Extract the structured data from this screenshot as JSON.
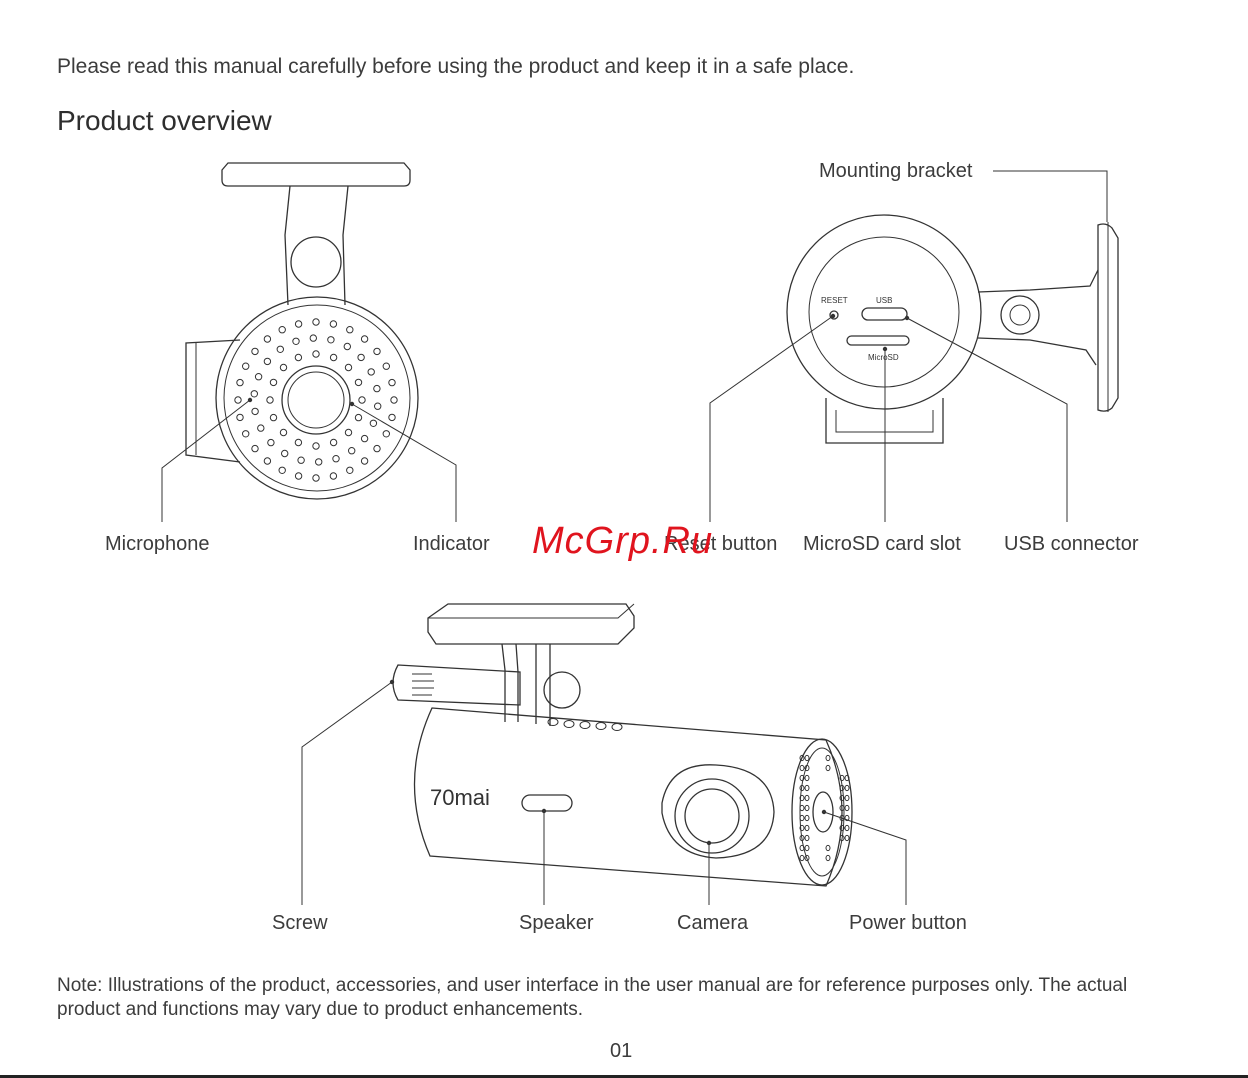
{
  "intro_text": "Please read this manual carefully before using the product and keep it in a safe place.",
  "section_title": "Product overview",
  "labels": {
    "mounting_bracket": "Mounting bracket",
    "microphone": "Microphone",
    "indicator": "Indicator",
    "reset_button": "Reset button",
    "microsd_slot": "MicroSD card slot",
    "usb_connector": "USB connector",
    "screw": "Screw",
    "speaker": "Speaker",
    "camera": "Camera",
    "power_button": "Power button"
  },
  "device_print": {
    "reset": "RESET",
    "usb": "USB",
    "microsd": "MicroSD",
    "brand": "70mai"
  },
  "note": "Note: Illustrations of the product, accessories, and user interface in the user manual are for reference purposes only. The actual product and functions may vary due to product enhancements.",
  "page_number": "01",
  "watermark": "McGrp.Ru"
}
